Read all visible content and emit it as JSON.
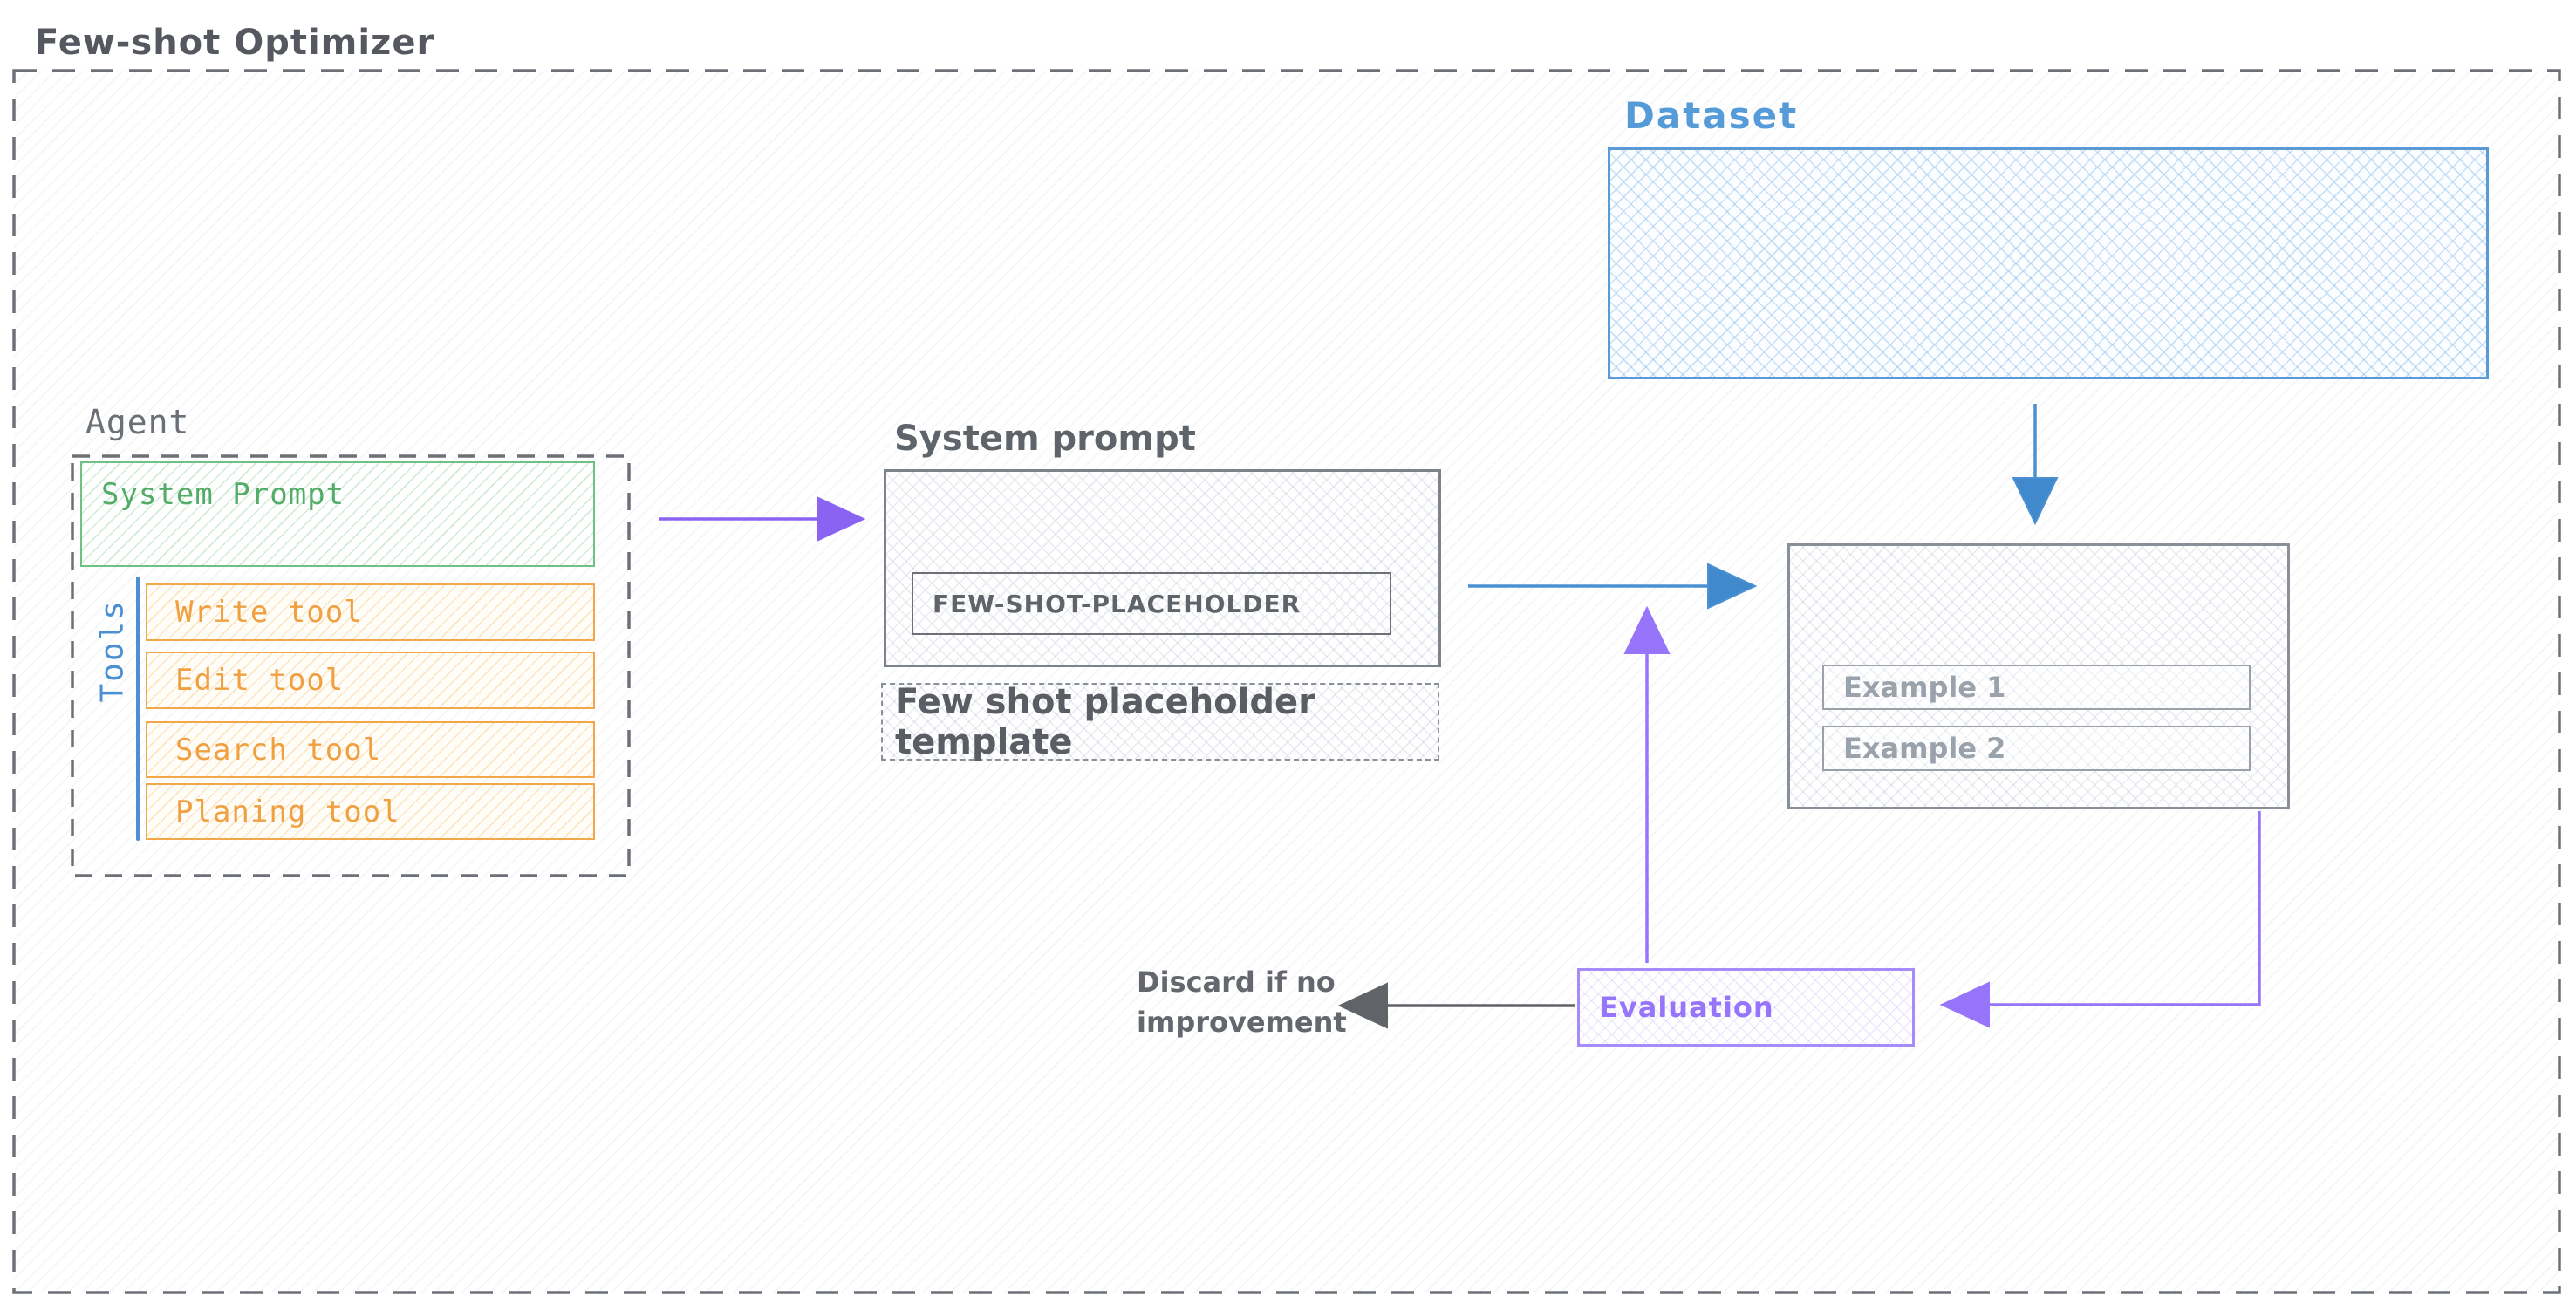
{
  "canvas": {
    "title": "Few-shot Optimizer"
  },
  "dataset": {
    "label": "Dataset"
  },
  "agent": {
    "label": "Agent",
    "system_prompt_label": "System Prompt",
    "tools_group_label": "Tools",
    "tools": [
      "Write tool",
      "Edit tool",
      "Search tool",
      "Planing tool"
    ]
  },
  "system_prompt": {
    "label": "System prompt",
    "placeholder_text": "FEW-SHOT-PLACEHOLDER",
    "template_caption": "Few shot placeholder template"
  },
  "examples": {
    "items": [
      "Example 1",
      "Example 2"
    ]
  },
  "evaluation": {
    "label": "Evaluation"
  },
  "discard": {
    "line1": "Discard if no",
    "line2": "improvement"
  },
  "colors": {
    "frame_dash": "#6d7177",
    "title_text": "#55595f",
    "dataset_blue": "#5b9bd5",
    "green_border": "#6fc283",
    "green_text": "#53ad68",
    "orange_border": "#f2a74b",
    "orange_text": "#f0a041",
    "tools_blue": "#4a90d2",
    "gray_box_border": "#8a9097",
    "example_text": "#9aa2ac",
    "violet_border": "#a78bfa",
    "violet_text": "#9775fa",
    "violet_arrow": "#8a63f2",
    "blue_arrow": "#4a90d2",
    "gray_arrow": "#606468"
  }
}
